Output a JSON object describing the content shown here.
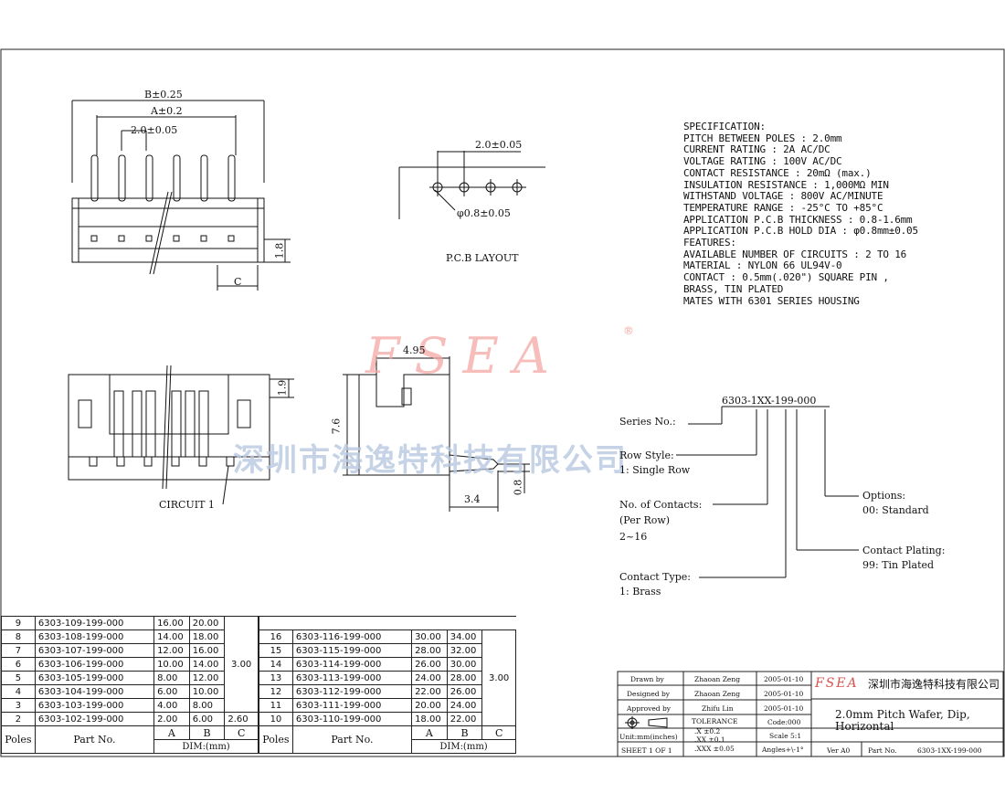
{
  "spec": {
    "lines": [
      "SPECIFICATION:",
      "PITCH BETWEEN POLES : 2.0mm",
      "CURRENT RATING : 2A AC/DC",
      "VOLTAGE RATING : 100V AC/DC",
      "CONTACT RESISTANCE : 20mΩ (max.)",
      "INSULATION RESISTANCE : 1,000MΩ MIN",
      "WITHSTAND VOLTAGE : 800V AC/MINUTE",
      "TEMPERATURE RANGE : -25°C TO +85°C",
      "APPLICATION P.C.B THICKNESS : 0.8-1.6mm",
      "APPLICATION P.C.B HOLD DIA : φ0.8mm±0.05",
      "FEATURES:",
      "AVAILABLE NUMBER OF CIRCUITS : 2 TO 16",
      "MATERIAL : NYLON 66 UL94V-0",
      "CONTACT : 0.5mm(.020\") SQUARE PIN ,",
      "BRASS, TIN PLATED",
      "MATES WITH 6301 SERIES HOUSING"
    ]
  },
  "dims": {
    "b": "B±0.25",
    "a": "A±0.2",
    "pitch": "2.0±0.05",
    "c": "C",
    "h18": "1.8",
    "pcb_pitch": "2.0±0.05",
    "hole": "φ0.8±0.05",
    "pcb_layout": "P.C.B LAYOUT",
    "d495": "4.95",
    "d76": "7.6",
    "d19": "1.9",
    "d34": "3.4",
    "d08": "0.8",
    "circuit1": "CIRCUIT 1"
  },
  "watermark": {
    "brand": "FSEA",
    "reg": "®",
    "company": "深圳市海逸特科技有限公司"
  },
  "part_code": {
    "code": "6303-1XX-199-000",
    "series": "Series No.:",
    "row_style": "Row Style:",
    "row_style_val": "1: Single Row",
    "contacts": "No. of Contacts:",
    "contacts_sub": "(Per Row)",
    "contacts_range": "2~16",
    "contact_type": "Contact Type:",
    "contact_type_val": "1: Brass",
    "options": "Options:",
    "options_val": "00: Standard",
    "plating": "Contact Plating:",
    "plating_val": "99: Tin Plated"
  },
  "table_left": {
    "rows": [
      {
        "poles": "9",
        "part": "6303-109-199-000",
        "a": "16.00",
        "b": "20.00"
      },
      {
        "poles": "8",
        "part": "6303-108-199-000",
        "a": "14.00",
        "b": "18.00"
      },
      {
        "poles": "7",
        "part": "6303-107-199-000",
        "a": "12.00",
        "b": "16.00"
      },
      {
        "poles": "6",
        "part": "6303-106-199-000",
        "a": "10.00",
        "b": "14.00"
      },
      {
        "poles": "5",
        "part": "6303-105-199-000",
        "a": "8.00",
        "b": "12.00"
      },
      {
        "poles": "4",
        "part": "6303-104-199-000",
        "a": "6.00",
        "b": "10.00"
      },
      {
        "poles": "3",
        "part": "6303-103-199-000",
        "a": "4.00",
        "b": "8.00"
      },
      {
        "poles": "2",
        "part": "6303-102-199-000",
        "a": "2.00",
        "b": "6.00"
      }
    ],
    "c_main": "3.00",
    "c_last": "2.60"
  },
  "table_right": {
    "rows": [
      {
        "poles": "16",
        "part": "6303-116-199-000",
        "a": "30.00",
        "b": "34.00"
      },
      {
        "poles": "15",
        "part": "6303-115-199-000",
        "a": "28.00",
        "b": "32.00"
      },
      {
        "poles": "14",
        "part": "6303-114-199-000",
        "a": "26.00",
        "b": "30.00"
      },
      {
        "poles": "13",
        "part": "6303-113-199-000",
        "a": "24.00",
        "b": "28.00"
      },
      {
        "poles": "12",
        "part": "6303-112-199-000",
        "a": "22.00",
        "b": "26.00"
      },
      {
        "poles": "11",
        "part": "6303-111-199-000",
        "a": "20.00",
        "b": "24.00"
      },
      {
        "poles": "10",
        "part": "6303-110-199-000",
        "a": "18.00",
        "b": "22.00"
      }
    ],
    "c_main": "3.00"
  },
  "table_headers": {
    "poles": "Poles",
    "part": "Part No.",
    "a": "A",
    "b": "B",
    "c": "C",
    "dim": "DIM:(mm)"
  },
  "title_block": {
    "drawn_label": "Drawn   by",
    "drawn_by": "Zhaoan Zeng",
    "drawn_date": "2005-01-10",
    "designed_label": "Designed  by",
    "designed_by": "Zhaoan Zeng",
    "designed_date": "2005-01-10",
    "approved_label": "Approved  by",
    "approved_by": "Zhifu Lin",
    "approved_date": "2005-01-10",
    "tolerance": "TOLERANCE",
    "code": "Code:000",
    "tol_x": ".X      ±0.2",
    "tol_xx": ".XX     ±0.1",
    "tol_xxx": ".XXX    ±0.05",
    "units": "Unit:mm(inches)",
    "scale": "Scale  5:1",
    "sheet": "SHEET  1  OF  1",
    "angles": "Angles+\\-1°",
    "brand": "FSEA",
    "company": "深圳市海逸特科技有限公司",
    "title1": "2.0mm Pitch Wafer, Dip,",
    "title2": "Horizontal",
    "ver": "Ver A0",
    "partno_label": "Part No.",
    "partno": "6303-1XX-199-000"
  }
}
